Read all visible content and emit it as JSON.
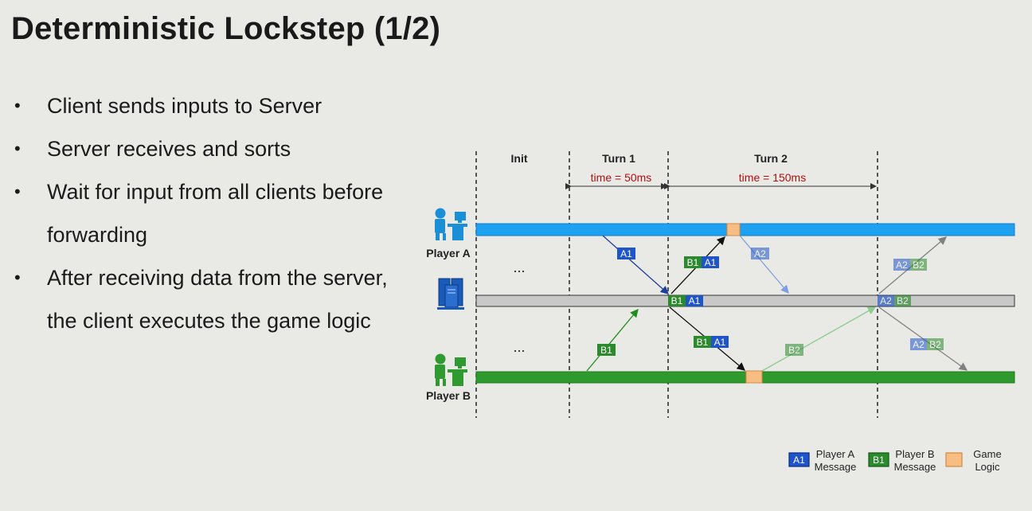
{
  "slide": {
    "title": "Deterministic Lockstep (1/2)",
    "bullets": [
      "Client sends inputs to Server",
      "Server receives and sorts",
      "Wait for input from all clients before forwarding",
      "After receiving data from the server, the client executes the game logic"
    ]
  },
  "diagram": {
    "phases": {
      "init": "Init",
      "turn1": "Turn 1",
      "turn1_time": "time = 50ms",
      "turn2": "Turn 2",
      "turn2_time": "time = 150ms"
    },
    "actors": {
      "player_a": "Player A",
      "player_b": "Player B"
    },
    "ellipsis": "...",
    "tags": {
      "a1": "A1",
      "b1": "B1",
      "a2": "A2",
      "b2": "B2"
    },
    "legend": {
      "a1_swatch": "A1",
      "a1_text_1": "Player A",
      "a1_text_2": "Message",
      "b1_swatch": "B1",
      "b1_text_1": "Player B",
      "b1_text_2": "Message",
      "game_text_1": "Game",
      "game_text_2": "Logic"
    },
    "colors": {
      "player_a_bar": "#1ea0f0",
      "server_bar": "#c8c8c8",
      "player_b_bar": "#2e9a2e",
      "a_tag": "#1f55c9",
      "b_tag": "#2b8a2b",
      "game_logic": "#f7bd83",
      "time_text": "#b01010"
    }
  }
}
